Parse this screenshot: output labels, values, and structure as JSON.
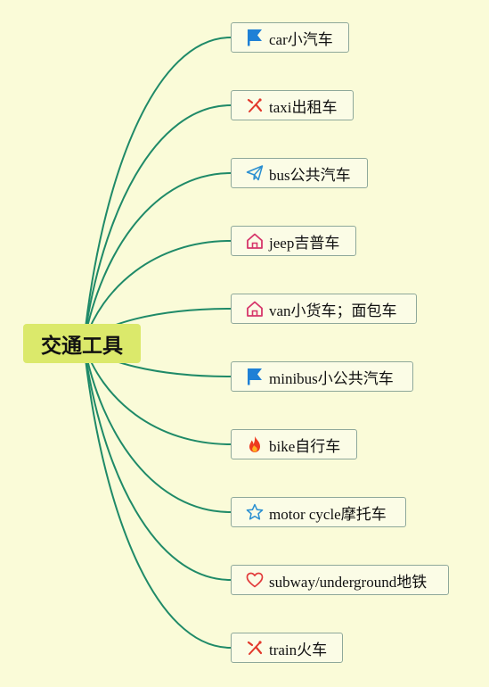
{
  "root": {
    "label": "交通工具"
  },
  "colors": {
    "background": "#fafbd8",
    "root_fill": "#dbe96b",
    "connector": "#1f8a68",
    "node_border": "#8ea89a",
    "node_fill": "#fbfce6"
  },
  "nodes": [
    {
      "label": "car小汽车",
      "icon": "blue-flag-icon"
    },
    {
      "label": "taxi出租车",
      "icon": "red-tools-icon"
    },
    {
      "label": "bus公共汽车",
      "icon": "paper-plane-icon"
    },
    {
      "label": "jeep吉普车",
      "icon": "house-icon"
    },
    {
      "label": "van小货车；面包车",
      "icon": "house-icon"
    },
    {
      "label": "minibus小公共汽车",
      "icon": "blue-flag-icon"
    },
    {
      "label": "bike自行车",
      "icon": "fire-icon"
    },
    {
      "label": "motor cycle摩托车",
      "icon": "star-icon"
    },
    {
      "label": "subway/underground地铁",
      "icon": "heart-icon"
    },
    {
      "label": "train火车",
      "icon": "red-tools-icon"
    }
  ]
}
